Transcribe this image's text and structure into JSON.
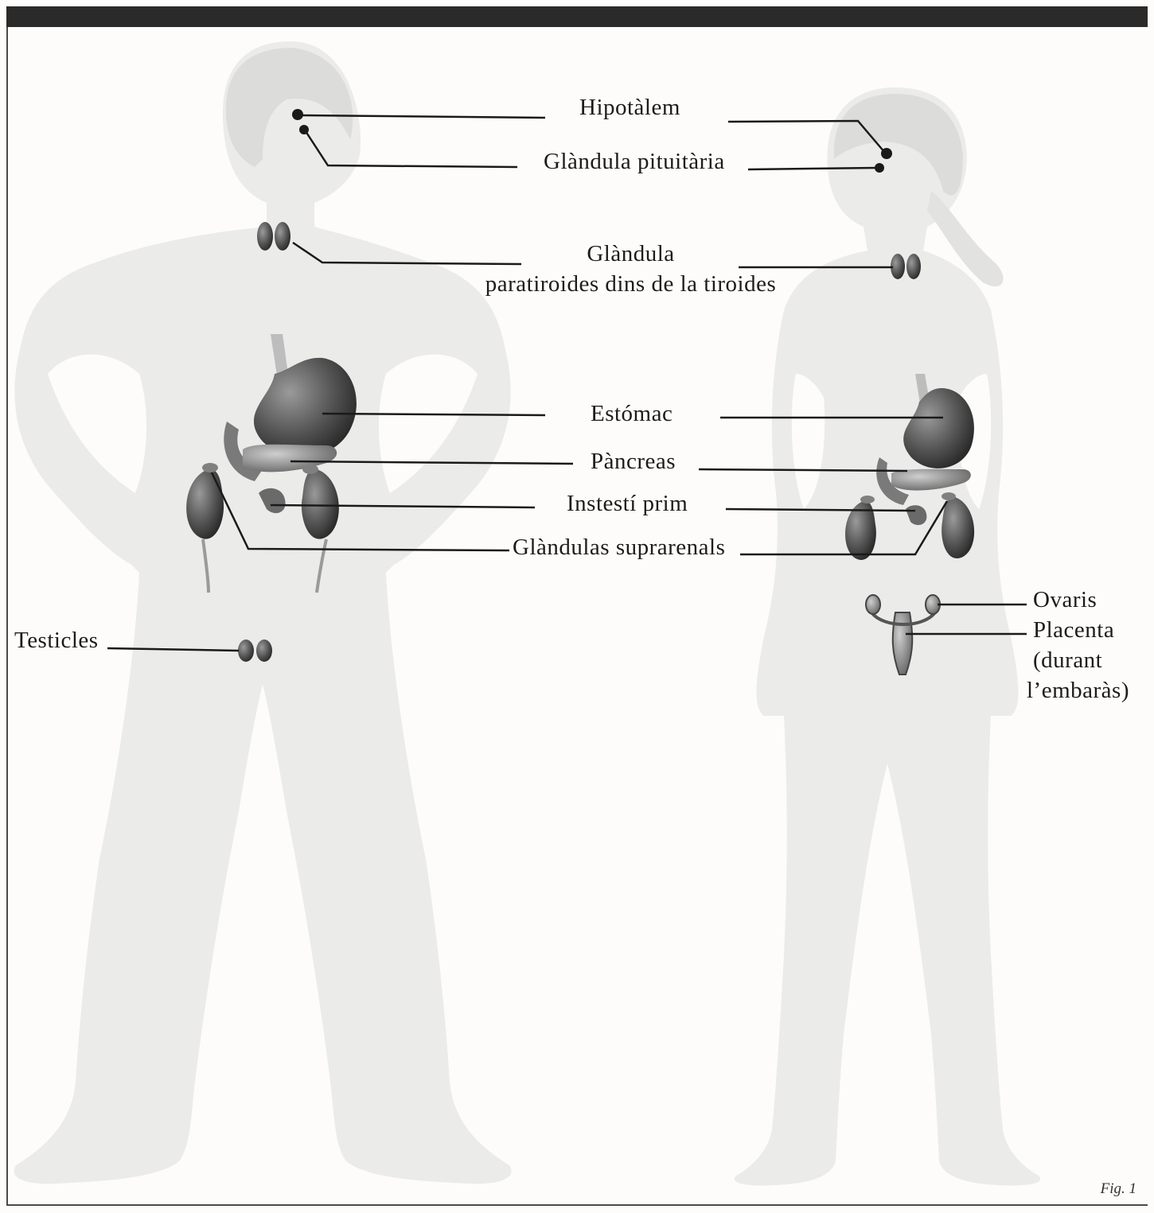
{
  "labels": {
    "hipotalem": "Hipotàlem",
    "pituitaria": "Glàndula pituitària",
    "tiroides_line1": "Glàndula",
    "tiroides_line2": "paratiroides dins de la tiroides",
    "estomac": "Estómac",
    "pancreas": "Pàncreas",
    "intesti": "Instestí prim",
    "suprarenals": "Glàndulas suprarenals",
    "testicles": "Testicles",
    "ovaris": "Ovaris",
    "placenta_line1": "Placenta",
    "placenta_line2": "(durant",
    "placenta_line3": "l’embaràs)"
  },
  "caption": "Fig. 1",
  "colors": {
    "silhouette": "#ebebea",
    "head": "#dcdcda",
    "organ": "#555555",
    "line": "#1a1a1a"
  }
}
